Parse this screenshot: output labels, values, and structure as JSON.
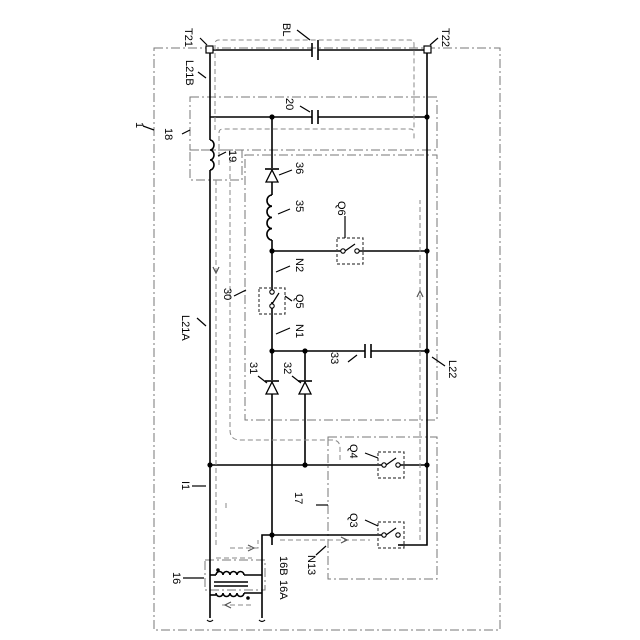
{
  "labels": {
    "bl": "BL",
    "t21": "T21",
    "t22": "T22",
    "l21b": "L21B",
    "l21a": "L21A",
    "l22": "L22",
    "n1": "N1",
    "n2": "N2",
    "n13": "N13",
    "i1": "I1",
    "q3": "Q3",
    "q4": "Q4",
    "q5": "Q5",
    "q6": "Q6",
    "c20": "20",
    "c33": "33",
    "l35": "35",
    "d36": "36",
    "d31": "31",
    "d32": "32",
    "m1": "1",
    "m16": "16",
    "m16a": "16A",
    "m16b": "16B",
    "m17": "17",
    "m18": "18",
    "m19": "19",
    "m30": "30"
  }
}
